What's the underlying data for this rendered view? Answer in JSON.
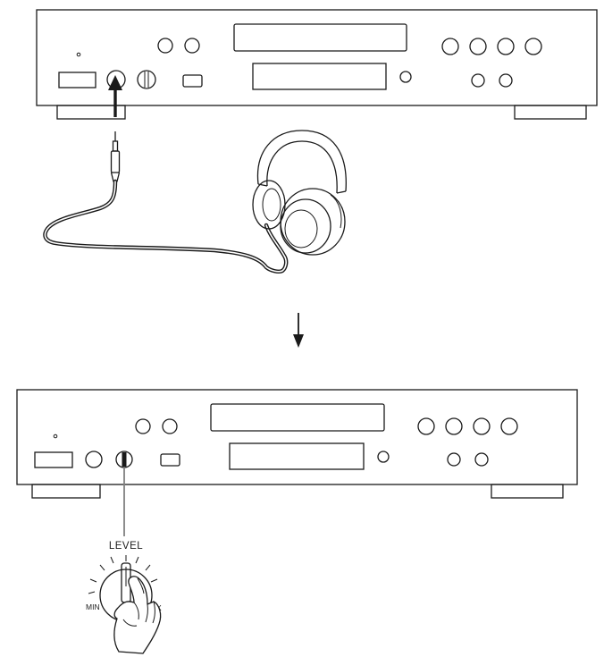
{
  "diagram": {
    "knob_label": "LEVEL",
    "min_label": "MIN",
    "max_label_partial": "X"
  },
  "colors": {
    "line": "#1a1a1a",
    "background": "#ffffff",
    "callout_line": "#808080"
  }
}
